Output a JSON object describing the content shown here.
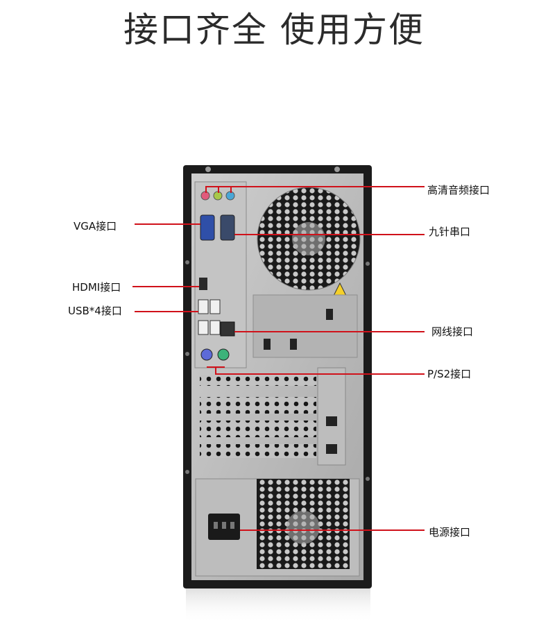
{
  "title": "接口齐全 使用方便",
  "callouts": {
    "audio": "高清音频接口",
    "vga": "VGA接口",
    "serial": "九针串口",
    "hdmi": "HDMI接口",
    "usb": "USB*4接口",
    "network": "网线接口",
    "ps2": "P/S2接口",
    "power": "电源接口"
  },
  "colors": {
    "leader": "#d0111a",
    "case_frame": "#1b1b1b",
    "panel": "#b9b9b9",
    "title_text": "#2b2b2b"
  }
}
